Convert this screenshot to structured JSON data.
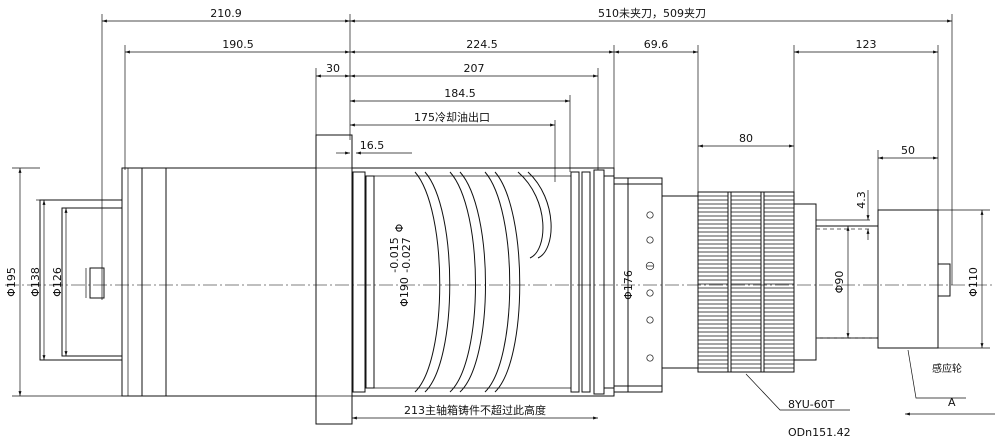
{
  "dimensions": {
    "top_a": "210.9",
    "top_b": "190.5",
    "top_total": "510未夹刀，509夹刀",
    "d_30": "30",
    "d_207": "207",
    "d_224_5": "224.5",
    "d_69_6": "69.6",
    "d_123": "123",
    "d_184_5": "184.5",
    "d_175": "175冷却油出口",
    "d_16_5": "16.5",
    "d_80": "80",
    "d_50": "50",
    "d_4_3": "4.3",
    "d_213": "213主轴箱铸件不超过此高度",
    "phi_195": "Φ195",
    "phi_138": "Φ138",
    "phi_126": "Φ126",
    "phi_190": "Φ190",
    "tol_upper": "-0.015",
    "tol_lower": "-0.027",
    "phi_176": "Φ176",
    "phi_90": "Φ90",
    "phi_110": "Φ110"
  },
  "labels": {
    "pulley": "8YU-60T",
    "pulley_od": "ODn151.42",
    "sensor": "感应轮",
    "view_a": "A",
    "datum_mark": "Φ"
  }
}
